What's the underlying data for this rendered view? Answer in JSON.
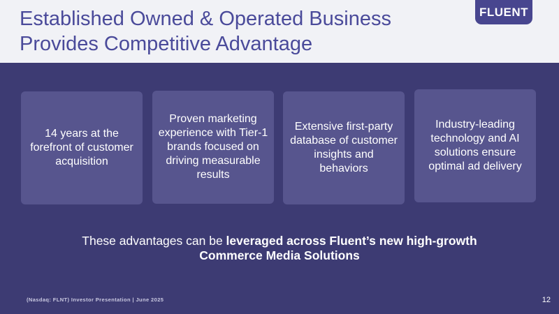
{
  "header": {
    "title": "Established Owned & Operated Business Provides Competitive Advantage",
    "logo": "FLUENT"
  },
  "cards": [
    {
      "text": "14 years at the forefront of customer acquisition"
    },
    {
      "text": "Proven marketing experience with Tier-1 brands focused on driving measurable results"
    },
    {
      "text": "Extensive first-party database of customer insights and behaviors"
    },
    {
      "text": "Industry-leading technology and AI solutions ensure optimal ad delivery"
    }
  ],
  "tagline": {
    "prefix": "These advantages can be ",
    "bold": "leveraged across Fluent’s new high-growth Commerce Media Solutions"
  },
  "footer": {
    "text": "(Nasdaq: FLNT) Investor Presentation | June 2025",
    "page_number": "12"
  }
}
